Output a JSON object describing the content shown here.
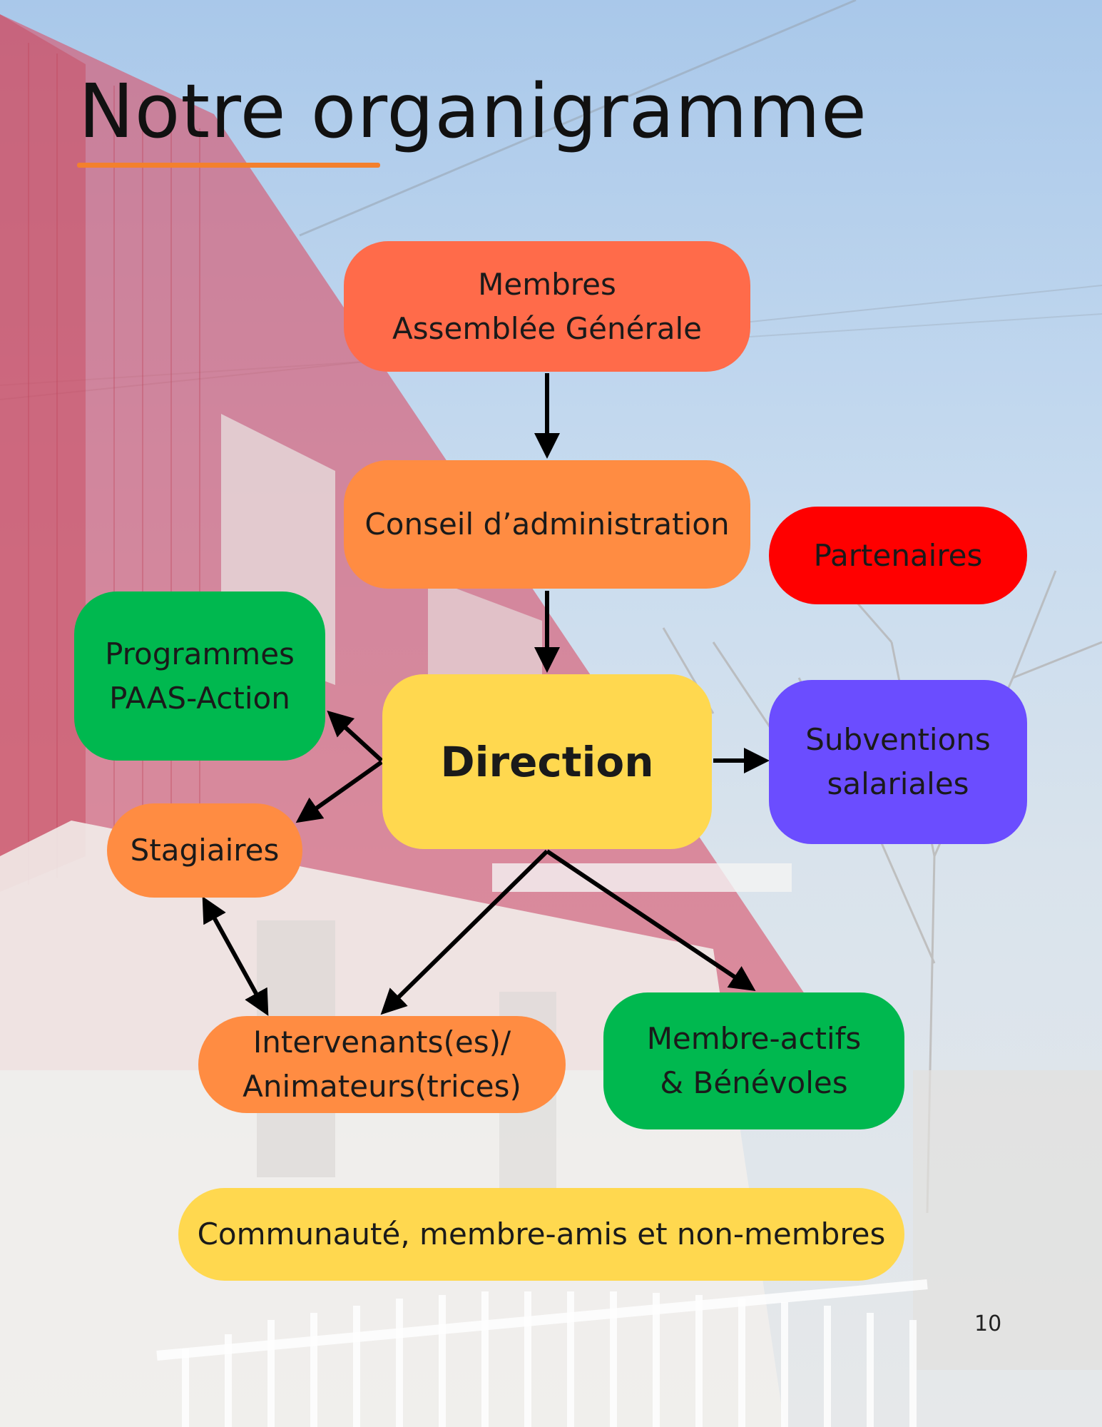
{
  "page": {
    "title": "Notre organigramme",
    "number": "10"
  },
  "colors": {
    "title_underline": "#f3802d",
    "roof_red": "#d64a5a",
    "sky": "#b9d3ee",
    "arrow": "#000000"
  },
  "nodes": {
    "membres": {
      "lines": [
        "Membres",
        "Assemblée Générale"
      ],
      "color": "#ff6b4a"
    },
    "conseil": {
      "lines": [
        "Conseil d’administration"
      ],
      "color": "#ff8c42"
    },
    "partenaires": {
      "lines": [
        "Partenaires"
      ],
      "color": "#ff0000"
    },
    "programmes": {
      "lines": [
        "Programmes",
        "PAAS-Action"
      ],
      "color": "#00b84f"
    },
    "direction": {
      "lines": [
        "Direction"
      ],
      "color": "#ffd84f"
    },
    "subventions": {
      "lines": [
        "Subventions",
        "salariales"
      ],
      "color": "#6b4dff"
    },
    "stagiaires": {
      "lines": [
        "Stagiaires"
      ],
      "color": "#ff8c42"
    },
    "intervenants": {
      "lines": [
        "Intervenants(es)/",
        "Animateurs(trices)"
      ],
      "color": "#ff8c42"
    },
    "membre_actifs": {
      "lines": [
        "Membre-actifs",
        "& Bénévoles"
      ],
      "color": "#00b84f"
    },
    "communaute": {
      "lines": [
        "Communauté, membre-amis et non-membres"
      ],
      "color": "#ffd84f"
    }
  },
  "edges": [
    {
      "from": "membres",
      "to": "conseil",
      "style": "single"
    },
    {
      "from": "conseil",
      "to": "direction",
      "style": "single"
    },
    {
      "from": "direction",
      "to": "programmes",
      "style": "single"
    },
    {
      "from": "direction",
      "to": "stagiaires",
      "style": "single"
    },
    {
      "from": "direction",
      "to": "subventions",
      "style": "single"
    },
    {
      "from": "direction",
      "to": "intervenants",
      "style": "single"
    },
    {
      "from": "direction",
      "to": "membre_actifs",
      "style": "single"
    },
    {
      "from": "stagiaires",
      "to": "intervenants",
      "style": "double"
    }
  ]
}
